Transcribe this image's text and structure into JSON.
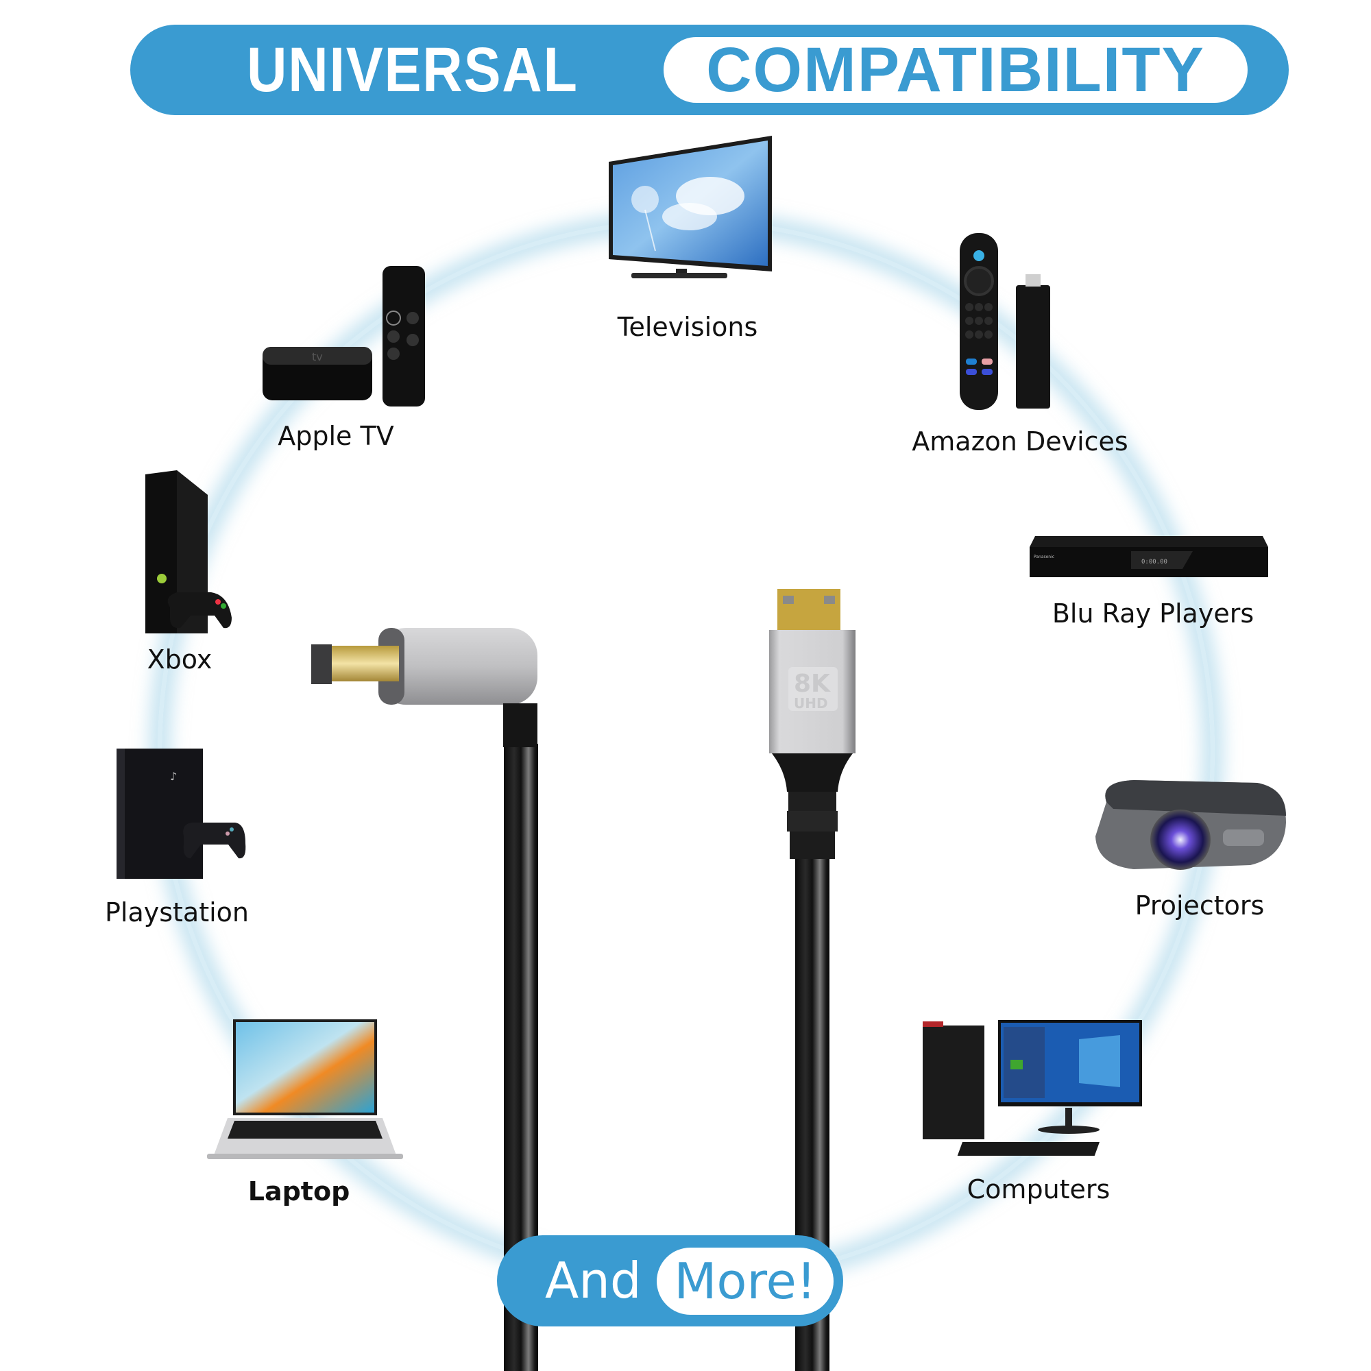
{
  "header": {
    "left_text": "UNIVERSAL",
    "right_text": "COMPATIBILITY"
  },
  "footer": {
    "left_text": "And",
    "right_text": "More!"
  },
  "devices": [
    {
      "id": "televisions",
      "label": "Televisions"
    },
    {
      "id": "apple-tv",
      "label": "Apple TV"
    },
    {
      "id": "amazon-devices",
      "label": "Amazon Devices"
    },
    {
      "id": "xbox",
      "label": "Xbox"
    },
    {
      "id": "blu-ray-players",
      "label": "Blu Ray Players"
    },
    {
      "id": "playstation",
      "label": "Playstation"
    },
    {
      "id": "projectors",
      "label": "Projectors"
    },
    {
      "id": "laptop",
      "label": "Laptop"
    },
    {
      "id": "computers",
      "label": "Computers"
    }
  ],
  "connector_badge": {
    "line1": "8K",
    "line2": "UHD"
  },
  "colors": {
    "accent": "#3a9bd1",
    "ring_glow": "#a0d2e8",
    "text": "#111111",
    "gold": "#c9a94a",
    "silver": "#b9b9bb"
  }
}
